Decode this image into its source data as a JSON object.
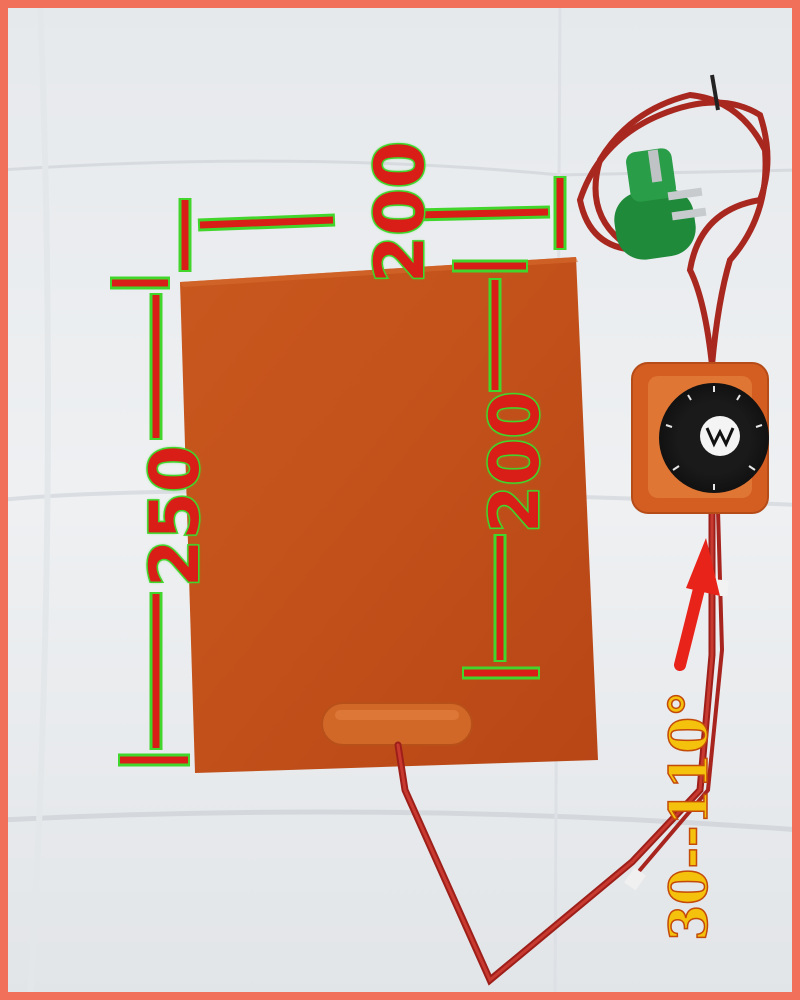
{
  "image": {
    "description": "Silicone rubber heating pad with dimension annotations and thermostat controller",
    "colors": {
      "frame": "#f0705a",
      "pad": "#c4521a",
      "dimension_red": "#d81e16",
      "dimension_green": "#42d62c",
      "temp_yellow": "#f4c20d",
      "plug_green": "#1f8a3a"
    }
  },
  "annotations": {
    "width_top": "200",
    "height_left": "250",
    "height_inner": "200",
    "temperature_range": "30--110°"
  },
  "icons": {
    "dial_logo": "brand-logo-icon",
    "arrow": "up-arrow-icon"
  }
}
